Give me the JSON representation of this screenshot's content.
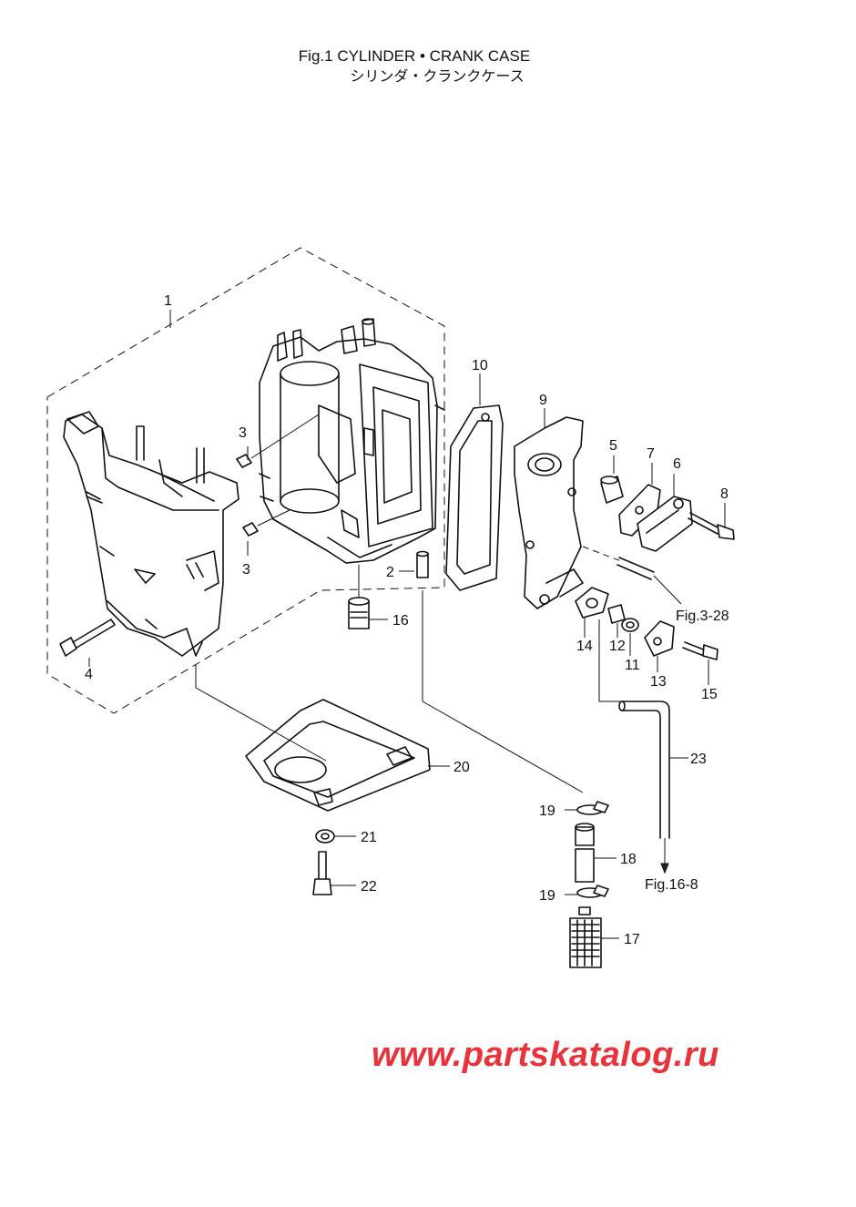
{
  "title": {
    "english": "Fig.1 CYLINDER • CRANK CASE",
    "japanese": "シリンダ・クランクケース"
  },
  "callouts": [
    {
      "id": "1",
      "label": "1"
    },
    {
      "id": "2",
      "label": "2"
    },
    {
      "id": "3a",
      "label": "3"
    },
    {
      "id": "3b",
      "label": "3"
    },
    {
      "id": "4",
      "label": "4"
    },
    {
      "id": "5",
      "label": "5"
    },
    {
      "id": "6",
      "label": "6"
    },
    {
      "id": "7",
      "label": "7"
    },
    {
      "id": "8",
      "label": "8"
    },
    {
      "id": "9",
      "label": "9"
    },
    {
      "id": "10",
      "label": "10"
    },
    {
      "id": "11",
      "label": "11"
    },
    {
      "id": "12",
      "label": "12"
    },
    {
      "id": "13",
      "label": "13"
    },
    {
      "id": "14",
      "label": "14"
    },
    {
      "id": "15",
      "label": "15"
    },
    {
      "id": "16",
      "label": "16"
    },
    {
      "id": "17",
      "label": "17"
    },
    {
      "id": "18",
      "label": "18"
    },
    {
      "id": "19a",
      "label": "19"
    },
    {
      "id": "19b",
      "label": "19"
    },
    {
      "id": "20",
      "label": "20"
    },
    {
      "id": "21",
      "label": "21"
    },
    {
      "id": "22",
      "label": "22"
    },
    {
      "id": "23",
      "label": "23"
    }
  ],
  "references": {
    "fig_3_28": "Fig.3-28",
    "fig_16_8": "Fig.16-8"
  },
  "watermark": "www.partskatalog.ru"
}
